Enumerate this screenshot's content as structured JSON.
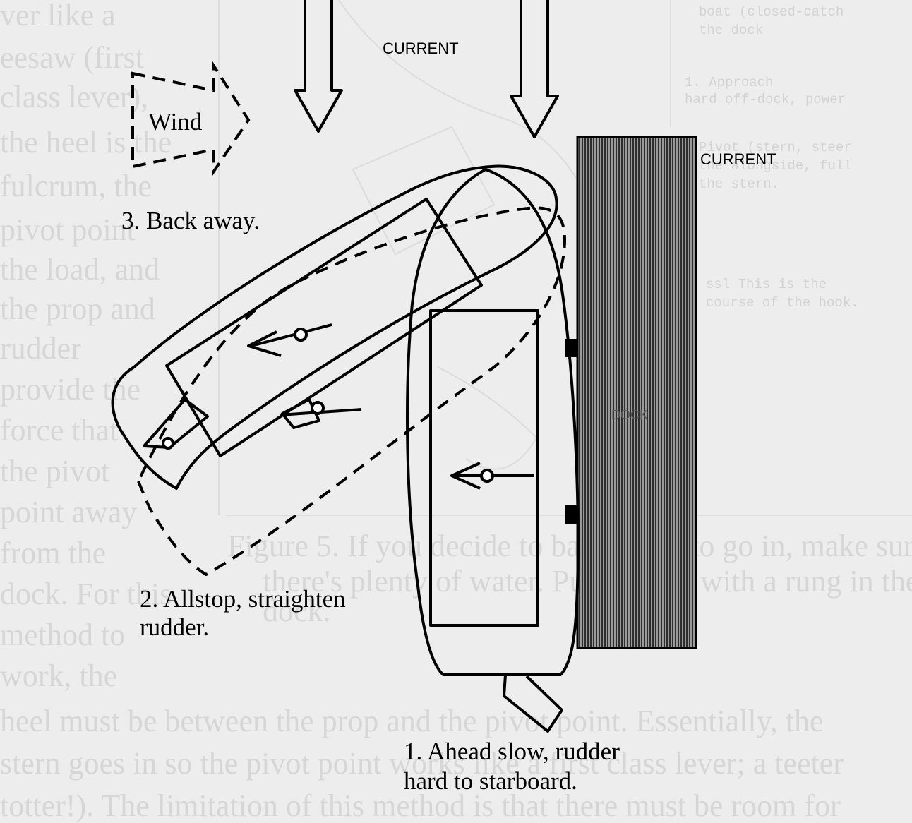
{
  "labels": {
    "current_top": "CURRENT",
    "current_right": "CURRENT",
    "wind": "Wind",
    "dock": "DOCK",
    "step3": "3.  Back away.",
    "step2_line1": "2. Allstop, straighten",
    "step2_line2": "rudder.",
    "step1_line1": "1.  Ahead slow, rudder",
    "step1_line2": "hard to starboard."
  },
  "colors": {
    "background": "#ededed",
    "line": "#000000",
    "dock_fill": "#6e6e6e",
    "bleed_text": "#d6d6d6"
  },
  "icons": {
    "current_arrow": "down-arrow-icon",
    "wind_arrow": "dashed-right-arrow-icon",
    "thrust_arrow": "left-arrow-icon",
    "rudder": "rudder-icon"
  }
}
